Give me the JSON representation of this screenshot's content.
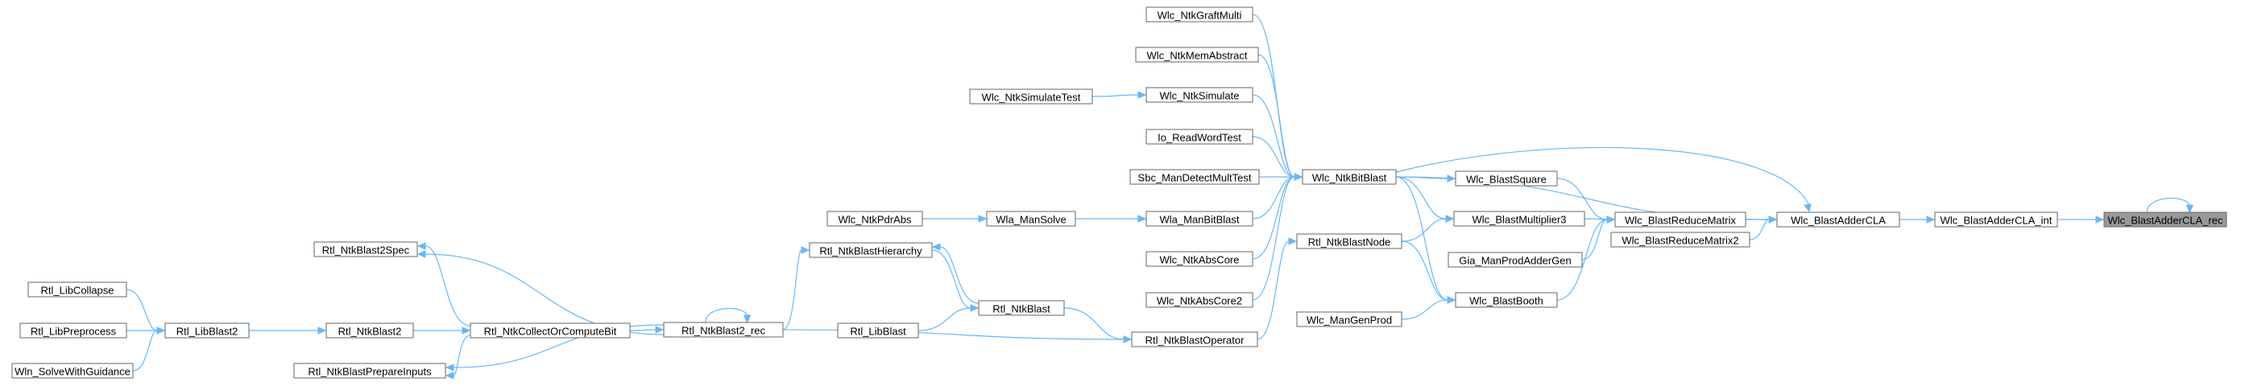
{
  "colors": {
    "edge": "#63b8ff",
    "root_fill": "#999999",
    "node_fill": "#ffffff",
    "node_border": "#666666"
  },
  "nodes": {
    "Wlc_BlastAdderCLA_rec": "Wlc_BlastAdderCLA_rec",
    "Wlc_BlastAdderCLA_int": "Wlc_BlastAdderCLA_int",
    "Wlc_BlastAdderCLA": "Wlc_BlastAdderCLA",
    "Wlc_NtkBitBlast": "Wlc_NtkBitBlast",
    "Wlc_BlastReduceMatrix": "Wlc_BlastReduceMatrix",
    "Wlc_BlastReduceMatrix2": "Wlc_BlastReduceMatrix2",
    "Wlc_NtkGraftMulti": "Wlc_NtkGraftMulti",
    "Wlc_NtkMemAbstract": "Wlc_NtkMemAbstract",
    "Wlc_NtkSimulate": "Wlc_NtkSimulate",
    "Wlc_NtkSimulateTest": "Wlc_NtkSimulateTest",
    "Io_ReadWordTest": "Io_ReadWordTest",
    "Sbc_ManDetectMultTest": "Sbc_ManDetectMultTest",
    "Wla_ManBitBlast": "Wla_ManBitBlast",
    "Wla_ManSolve": "Wla_ManSolve",
    "Wlc_NtkPdrAbs": "Wlc_NtkPdrAbs",
    "Wlc_NtkAbsCore": "Wlc_NtkAbsCore",
    "Wlc_NtkAbsCore2": "Wlc_NtkAbsCore2",
    "Wlc_BlastSquare": "Wlc_BlastSquare",
    "Wlc_BlastMultiplier3": "Wlc_BlastMultiplier3",
    "Gia_ManProdAdderGen": "Gia_ManProdAdderGen",
    "Wlc_BlastBooth": "Wlc_BlastBooth",
    "Rtl_NtkBlastNode": "Rtl_NtkBlastNode",
    "Wlc_ManGenProd": "Wlc_ManGenProd",
    "Rtl_NtkBlastOperator": "Rtl_NtkBlastOperator",
    "Rtl_NtkBlast": "Rtl_NtkBlast",
    "Rtl_NtkBlastHierarchy": "Rtl_NtkBlastHierarchy",
    "Rtl_LibBlast": "Rtl_LibBlast",
    "Rtl_NtkBlast2_rec": "Rtl_NtkBlast2_rec",
    "Rtl_NtkBlast2Spec": "Rtl_NtkBlast2Spec",
    "Rtl_NtkCollectOrComputeBit": "Rtl_NtkCollectOrComputeBit",
    "Rtl_NtkBlastPrepareInputs": "Rtl_NtkBlastPrepareInputs",
    "Rtl_NtkBlast2": "Rtl_NtkBlast2",
    "Rtl_LibBlast2": "Rtl_LibBlast2",
    "Rtl_LibCollapse": "Rtl_LibCollapse",
    "Rtl_LibPreprocess": "Rtl_LibPreprocess",
    "Wln_SolveWithGuidance": "Wln_SolveWithGuidance"
  }
}
